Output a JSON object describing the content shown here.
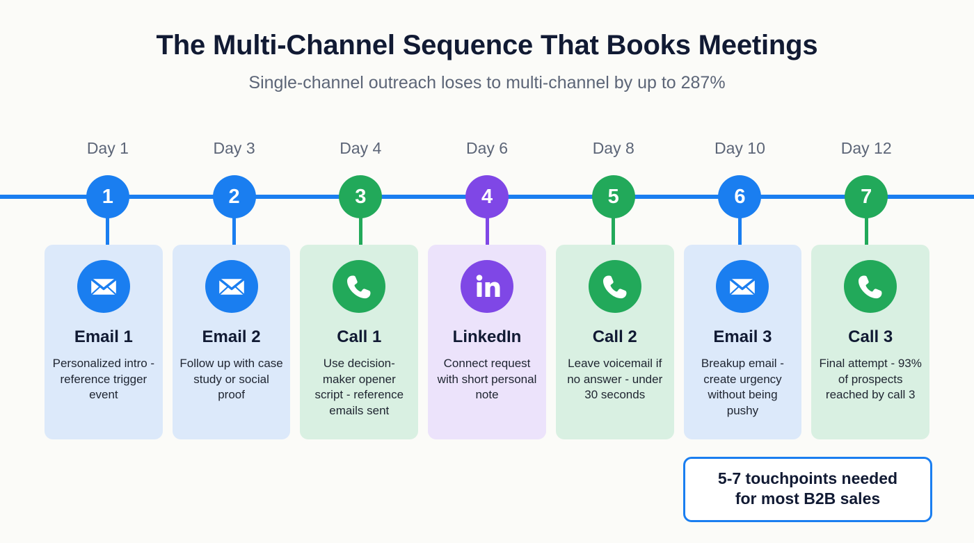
{
  "header": {
    "title": "The Multi-Channel Sequence That Books Meetings",
    "subtitle": "Single-channel outreach loses to multi-channel by up to 287%"
  },
  "colors": {
    "blue": "#1a7ef0",
    "green": "#22a95a",
    "purple": "#7f47e6",
    "blue_card_bg": "#dce9fa",
    "green_card_bg": "#d9f0e2",
    "purple_card_bg": "#ece3fb",
    "page_bg": "#fbfbf8",
    "title_text": "#111a33",
    "subtitle_text": "#5c6577"
  },
  "timeline": {
    "steps": [
      {
        "number": "1",
        "day": "Day 1",
        "title": "Email 1",
        "desc": "Personalized intro - reference trigger event",
        "icon": "envelope-icon",
        "channel": "email",
        "accent": "#1a7ef0",
        "card_bg": "#dce9fa"
      },
      {
        "number": "2",
        "day": "Day 3",
        "title": "Email 2",
        "desc": "Follow up with case study or social proof",
        "icon": "envelope-icon",
        "channel": "email",
        "accent": "#1a7ef0",
        "card_bg": "#dce9fa"
      },
      {
        "number": "3",
        "day": "Day 4",
        "title": "Call 1",
        "desc": "Use decision-maker opener script - reference emails sent",
        "icon": "phone-icon",
        "channel": "call",
        "accent": "#22a95a",
        "card_bg": "#d9f0e2"
      },
      {
        "number": "4",
        "day": "Day 6",
        "title": "LinkedIn",
        "desc": "Connect request with short personal note",
        "icon": "linkedin-icon",
        "channel": "linkedin",
        "accent": "#7f47e6",
        "card_bg": "#ece3fb"
      },
      {
        "number": "5",
        "day": "Day 8",
        "title": "Call 2",
        "desc": "Leave voicemail if no answer - under 30 seconds",
        "icon": "phone-icon",
        "channel": "call",
        "accent": "#22a95a",
        "card_bg": "#d9f0e2"
      },
      {
        "number": "6",
        "day": "Day 10",
        "title": "Email 3",
        "desc": "Breakup email - create urgency without being pushy",
        "icon": "envelope-icon",
        "channel": "email",
        "accent": "#1a7ef0",
        "card_bg": "#dce9fa"
      },
      {
        "number": "7",
        "day": "Day 12",
        "title": "Call 3",
        "desc": "Final attempt - 93% of prospects reached by call 3",
        "icon": "phone-icon",
        "channel": "call",
        "accent": "#22a95a",
        "card_bg": "#d9f0e2"
      }
    ]
  },
  "callout": {
    "line1": "5-7 touchpoints needed",
    "line2": "for most B2B sales"
  }
}
